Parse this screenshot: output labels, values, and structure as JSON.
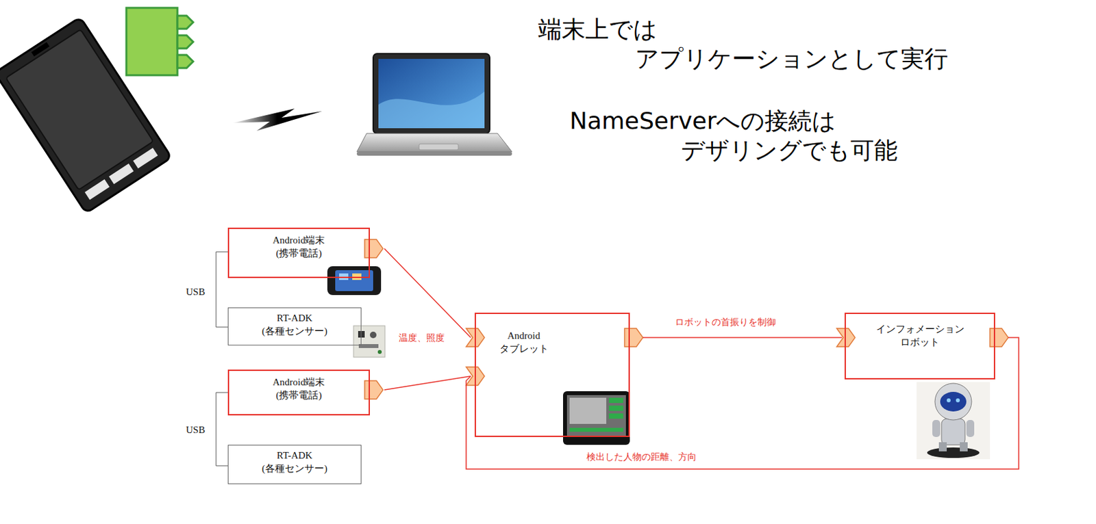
{
  "diagram": {
    "nodes": [
      {
        "text": [
          "Android端末 (携帯電話)"
        ]
      },
      {
        "text": [
          "RT-ADK (各種センサー)"
        ]
      },
      {
        "text": [
          "Android端末 (携帯電話)"
        ]
      },
      {
        "text": [
          "RT-ADK (各種センサー)"
        ]
      },
      {
        "text": [
          "Android タブレット"
        ]
      },
      {
        "text": [
          "インフォメーション ロボット"
        ]
      }
    ],
    "edges": [
      {
        "from": 0,
        "to": 4,
        "label": "温度、照度",
        "arrow": "none"
      },
      {
        "from": 0,
        "to": 1,
        "label": "USB",
        "arrow": "none"
      },
      {
        "from": 2,
        "to": 4,
        "arrow": "none"
      },
      {
        "from": 2,
        "to": 3,
        "label": "USB",
        "arrow": "none"
      },
      {
        "from": 4,
        "to": 5,
        "label": "ロボットの首振りを制御",
        "arrow": "none"
      },
      {
        "from": 5,
        "to": 4,
        "label": "検出した人物の距離、方向",
        "arrow": "none"
      }
    ],
    "labels": [
      "端末上では アプリケーションとして実行",
      "NameServerへの接続は デザリングでも可能"
    ]
  }
}
